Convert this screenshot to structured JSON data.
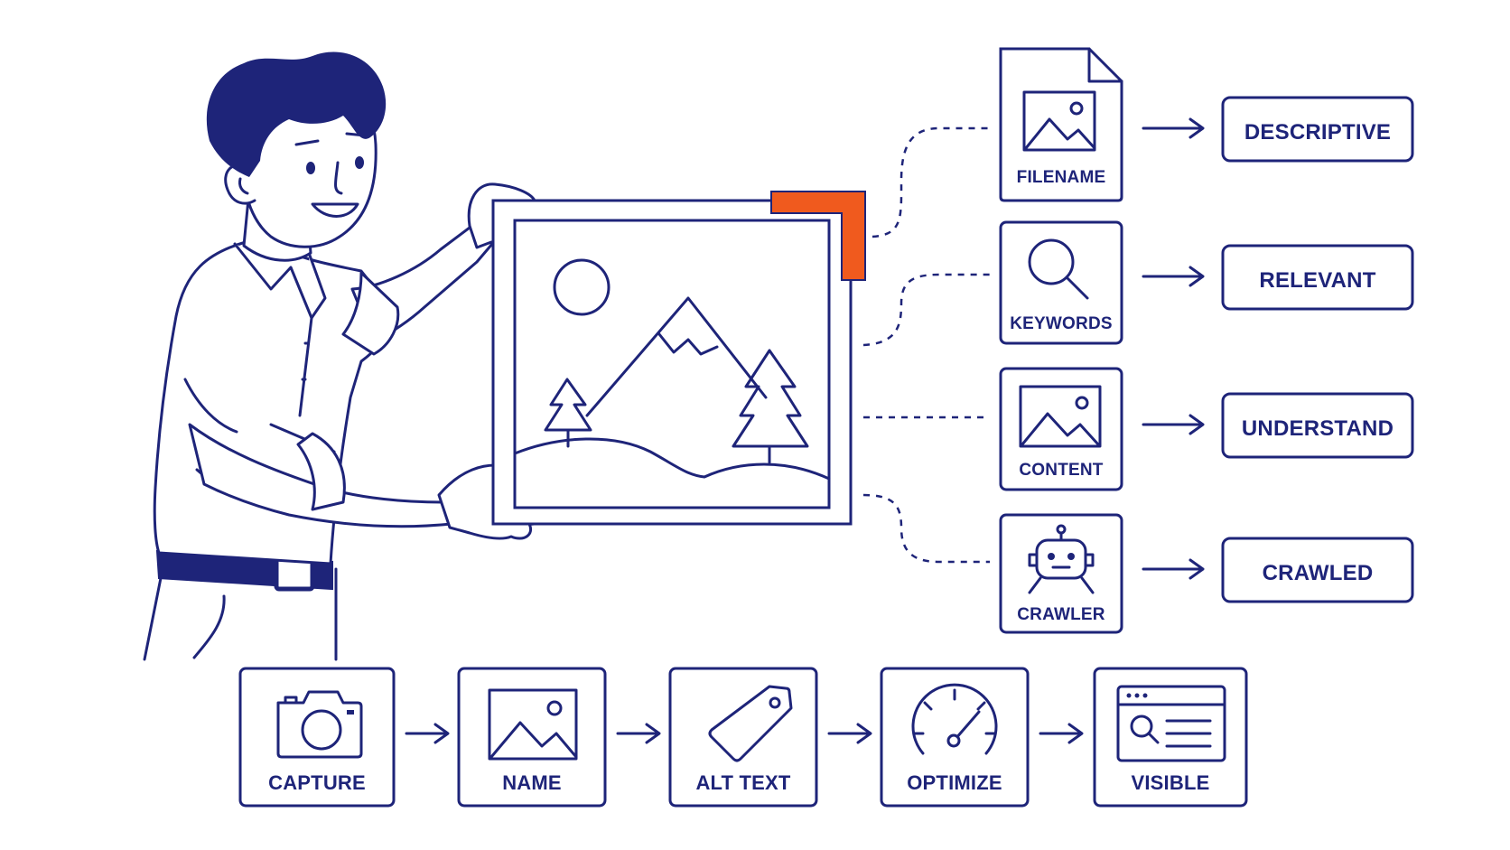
{
  "colors": {
    "ink": "#1e2479",
    "accent": "#f05a1e",
    "background": "#ffffff"
  },
  "icon_cards": [
    {
      "id": "filename",
      "label": "FILENAME",
      "icon": "image-file-icon",
      "result": "DESCRIPTIVE"
    },
    {
      "id": "keywords",
      "label": "KEYWORDS",
      "icon": "magnifier-icon",
      "result": "RELEVANT"
    },
    {
      "id": "content",
      "label": "CONTENT",
      "icon": "image-icon",
      "result": "UNDERSTAND"
    },
    {
      "id": "crawler",
      "label": "CRAWLER",
      "icon": "robot-icon",
      "result": "CRAWLED"
    }
  ],
  "steps": [
    {
      "id": "capture",
      "label": "CAPTURE",
      "icon": "camera-icon"
    },
    {
      "id": "name",
      "label": "NAME",
      "icon": "image-icon"
    },
    {
      "id": "alt-text",
      "label": "ALT TEXT",
      "icon": "tag-icon"
    },
    {
      "id": "optimize",
      "label": "OPTIMIZE",
      "icon": "speedometer-icon"
    },
    {
      "id": "visible",
      "label": "VISIBLE",
      "icon": "browser-search-icon"
    }
  ]
}
